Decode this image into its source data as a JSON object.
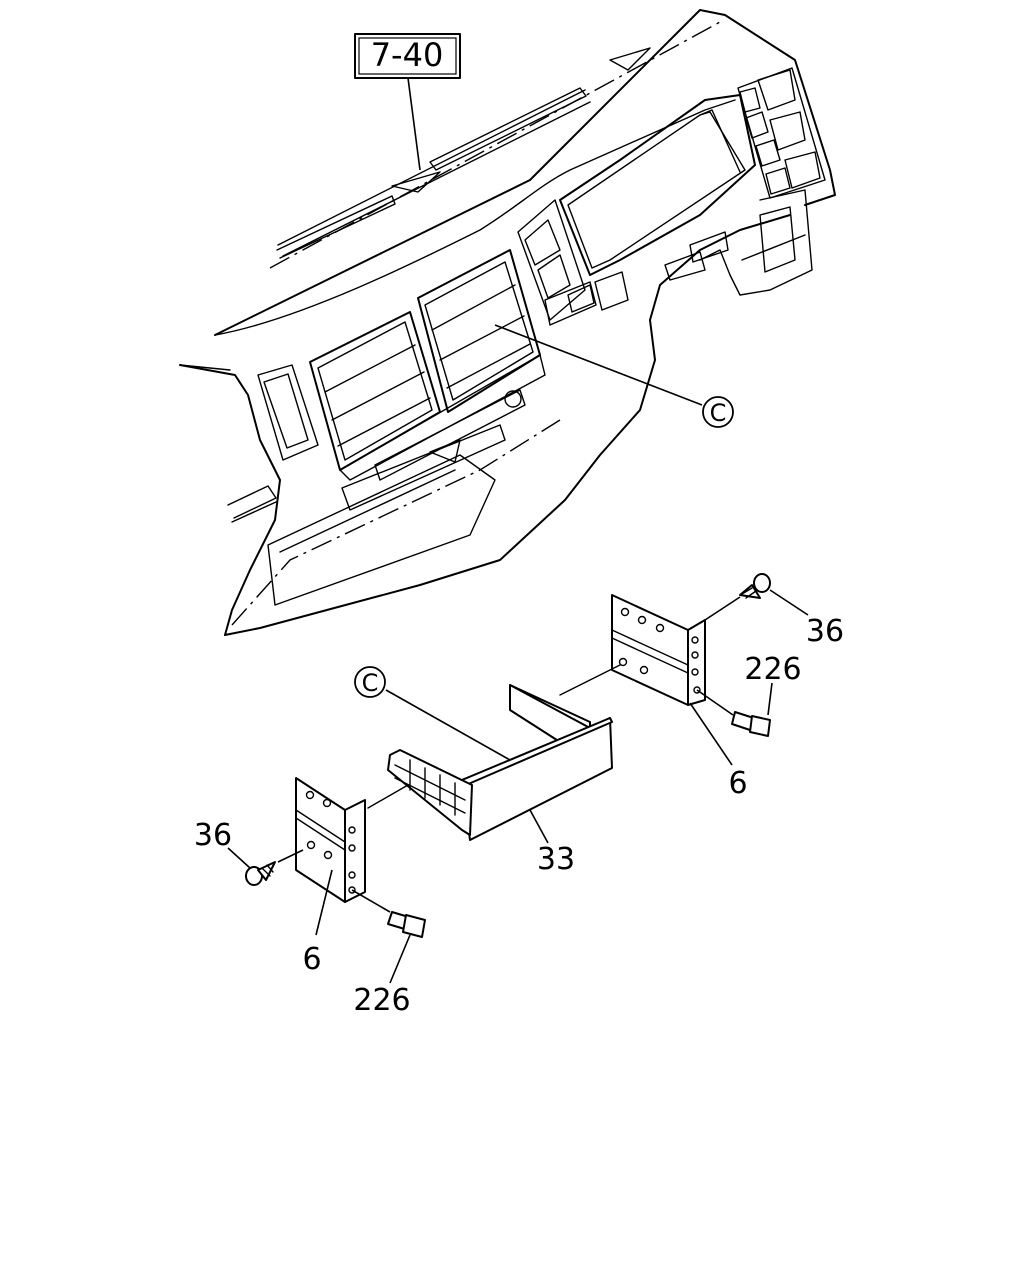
{
  "reference_box": {
    "label": "7-40"
  },
  "callouts": {
    "c_upper": "C",
    "c_lower": "C",
    "part_36_right": "36",
    "part_226_right": "226",
    "part_6_right": "6",
    "part_33": "33",
    "part_36_left": "36",
    "part_6_left": "6",
    "part_226_left": "226"
  }
}
